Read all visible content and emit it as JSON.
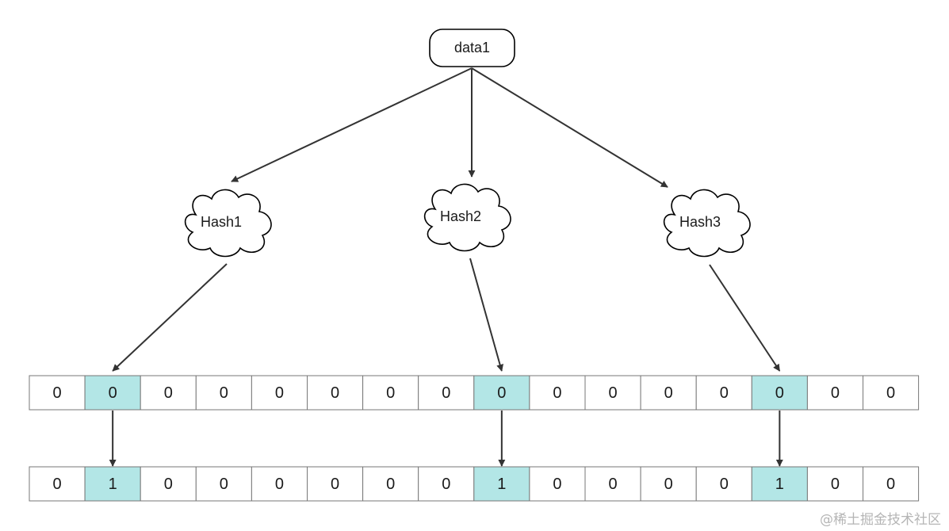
{
  "source_node": {
    "label": "data1"
  },
  "hash_nodes": [
    {
      "label": "Hash1"
    },
    {
      "label": "Hash2"
    },
    {
      "label": "Hash3"
    }
  ],
  "bit_array_before": [
    "0",
    "0",
    "0",
    "0",
    "0",
    "0",
    "0",
    "0",
    "0",
    "0",
    "0",
    "0",
    "0",
    "0",
    "0",
    "0"
  ],
  "bit_array_after": [
    "0",
    "1",
    "0",
    "0",
    "0",
    "0",
    "0",
    "0",
    "1",
    "0",
    "0",
    "0",
    "0",
    "1",
    "0",
    "0"
  ],
  "highlighted_indices": [
    1,
    8,
    13
  ],
  "colors": {
    "highlight_fill": "#b3e6e6",
    "cell_fill": "#ffffff",
    "edge": "#333333"
  },
  "watermark": "@稀土掘金技术社区"
}
